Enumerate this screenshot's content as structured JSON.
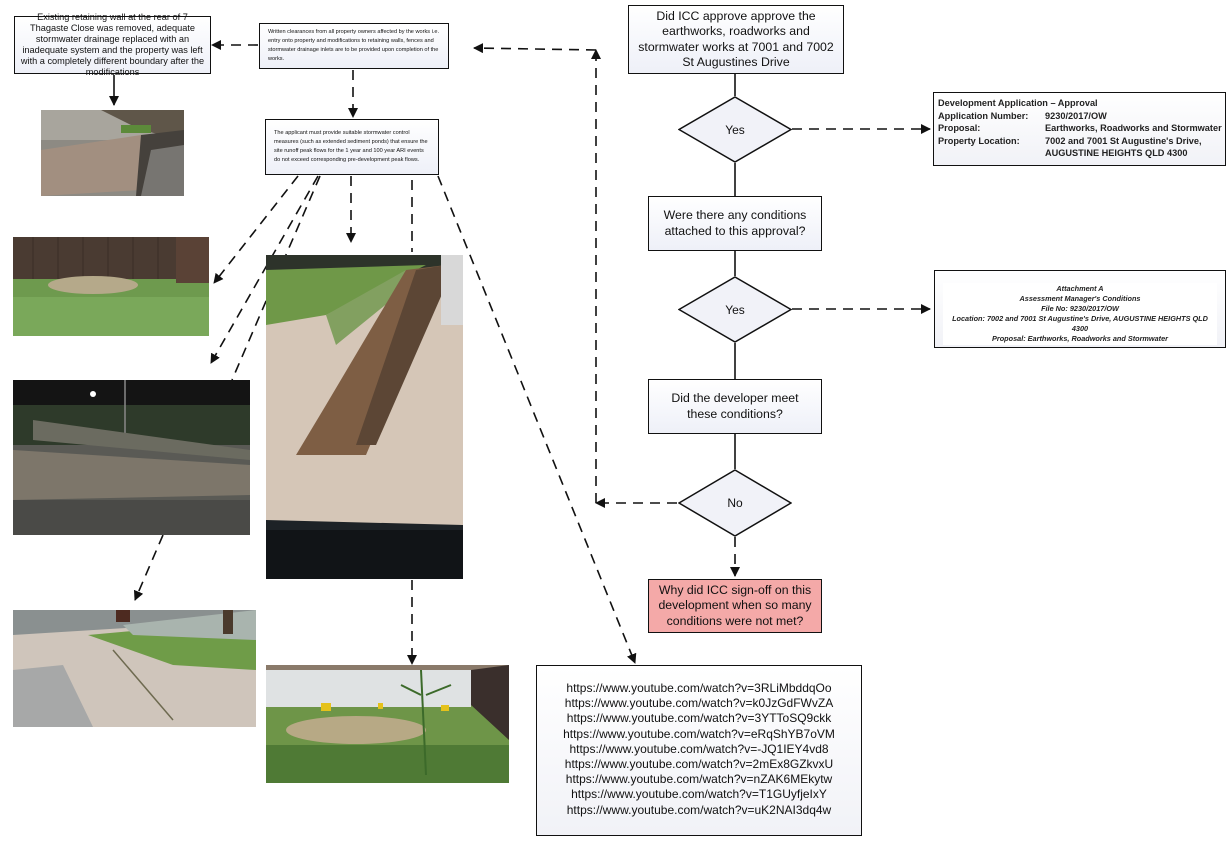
{
  "left_column": {
    "retaining_wall_note": "Existing retaining wall at the rear of 7 Thagaste Close was removed, adequate stormwater drainage replaced with an inadequate system and the property was left with a completely different boundary after the modifications",
    "clearances_condition": "Written clearances from all property owners affected by the works i.e. entry onto property and modifications to retaining walls, fences and stormwater drainage inlets are to be provided upon completion of the works.",
    "stormwater_condition": "The applicant must provide suitable stormwater control measures (such as extended sediment ponds) that ensure the site runoff peak flows for the 1 year and 100 year ARI events do not exceed corresponding pre-development peak flows."
  },
  "photos": [
    {
      "id": "retaining-wall-photo",
      "description": "Removed stone retaining wall with exposed soil"
    },
    {
      "id": "backyard-fence-photo",
      "description": "Backyard grass and timber fence with sediment"
    },
    {
      "id": "night-road-photo",
      "description": "Road covered in sediment at night"
    },
    {
      "id": "footpath-sediment-photo",
      "description": "Footpath and road covered in sediment"
    },
    {
      "id": "flooded-path-photo",
      "description": "Flooded pathway beside retaining wall"
    },
    {
      "id": "construction-site-photo",
      "description": "Construction site with fence and sediment barriers"
    }
  ],
  "flowchart": {
    "q1": "Did ICC approve approve the earthworks, roadworks and stormwater works at 7001 and 7002 St Augustines Drive",
    "d1": "Yes",
    "q2": "Were there any conditions attached to this approval?",
    "d2": "Yes",
    "q3": "Did the developer meet these conditions?",
    "d3": "No",
    "final": "Why did ICC sign-off on this development when so many conditions were not met?"
  },
  "colors": {
    "final_box": "#f4a9a8",
    "line": "#111111"
  },
  "approval_doc": {
    "title": "Development Application – Approval",
    "rows": [
      {
        "label": "Application Number:",
        "value": "9230/2017/OW"
      },
      {
        "label": "Proposal:",
        "value": "Earthworks, Roadworks and Stormwater"
      },
      {
        "label": "Property Location:",
        "value": "7002 and 7001 St Augustine's Drive,"
      },
      {
        "label": "",
        "value": "AUGUSTINE HEIGHTS  QLD  4300"
      }
    ]
  },
  "attachment_doc": {
    "lines": [
      "Attachment A",
      "Assessment Manager's Conditions",
      "File No: 9230/2017/OW",
      "Location: 7002 and 7001 St Augustine's Drive, AUGUSTINE HEIGHTS  QLD  4300",
      "Proposal: Earthworks, Roadworks and Stormwater"
    ]
  },
  "video_links": [
    "https://www.youtube.com/watch?v=3RLiMbddqOo",
    "https://www.youtube.com/watch?v=k0JzGdFWvZA",
    "https://www.youtube.com/watch?v=3YTToSQ9ckk",
    "https://www.youtube.com/watch?v=eRqShYB7oVM",
    "https://www.youtube.com/watch?v=-JQ1IEY4vd8",
    "https://www.youtube.com/watch?v=2mEx8GZkvxU",
    "https://www.youtube.com/watch?v=nZAK6MEkytw",
    "https://www.youtube.com/watch?v=T1GUyfjeIxY",
    "https://www.youtube.com/watch?v=uK2NAI3dq4w"
  ]
}
